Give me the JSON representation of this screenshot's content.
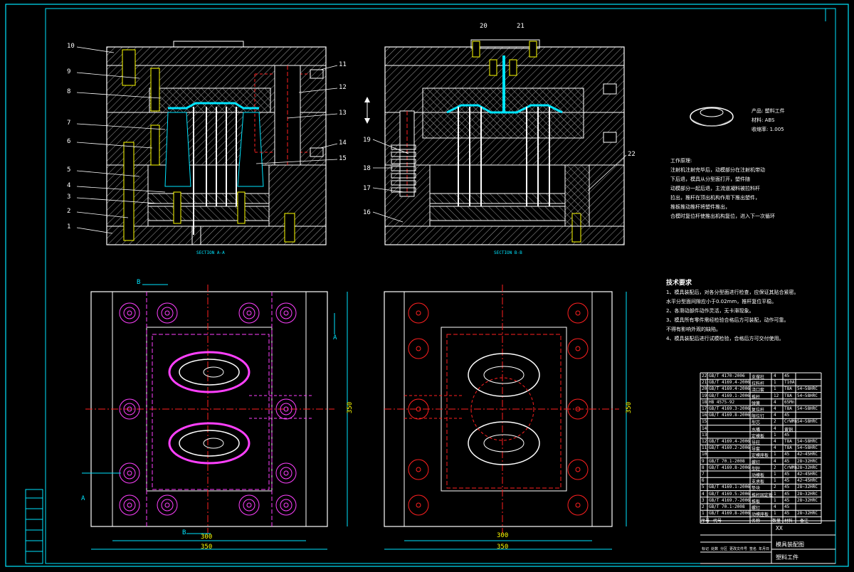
{
  "drawing": {
    "section_labels": [
      "SECTION A-A",
      "SECTION B-B"
    ],
    "callouts_left": [
      "10",
      "9",
      "8",
      "7",
      "6",
      "5",
      "4",
      "3",
      "2",
      "1"
    ],
    "callouts_right": [
      "11",
      "12",
      "13",
      "14",
      "15"
    ],
    "callouts_mid": [
      "20",
      "21",
      "19",
      "18",
      "17",
      "16",
      "22"
    ],
    "dimensions": {
      "left_width_inner": "300",
      "left_width_outer": "350",
      "left_height": "350",
      "right_width_inner": "300",
      "right_width_outer": "350",
      "right_height": "350"
    },
    "view_markers": {
      "b_top": "B",
      "b_bottom": "B",
      "a_left": "A",
      "a_right": "A"
    }
  },
  "product": {
    "name": "产品: 塑料工件",
    "material": "材料: ABS",
    "shrinkage": "收缩率: 1.005"
  },
  "work_process": {
    "title": "工作原理:",
    "lines": [
      "注射机注射完毕后，动模部分在注射机带动",
      "下后退，模具从分型面打开，塑件随",
      "动模部分一起后退，主流道凝料被拉料杆",
      "拉出，推杆在顶出机构作用下推出塑件，",
      "推板推动推杆将塑件推出，",
      "合模时复位杆使推出机构复位，进入下一次循环"
    ]
  },
  "tech_requirements": {
    "title": "技术要求",
    "lines": [
      "1、模具装配后，对各分型面进行检查，应保证其贴合紧密。",
      "水平分型面间隙应小于0.02mm，推杆复位平稳。",
      "2、各滑动部件动作灵活，无卡滞现象。",
      "3、模具所有零件需经检验合格后方可装配，动作可靠。",
      "不得有影响外观的缺陷。",
      "4、模具装配后进行试模检验，合格后方可交付使用。"
    ]
  },
  "bom": [
    {
      "no": "22",
      "std": "GB/T 4170-2006",
      "name": "支撑柱",
      "qty": "4",
      "mat": "45",
      "note": ""
    },
    {
      "no": "21",
      "std": "GB/T 4169.4-2006",
      "name": "拉料杆",
      "qty": "1",
      "mat": "T10A",
      "note": ""
    },
    {
      "no": "20",
      "std": "GB/T 4169.4-2006",
      "name": "浇口套",
      "qty": "1",
      "mat": "T8A",
      "note": "54~58HRC"
    },
    {
      "no": "19",
      "std": "GB/T 4169.1-2006",
      "name": "推杆",
      "qty": "12",
      "mat": "T8A",
      "note": "54~58HRC"
    },
    {
      "no": "18",
      "std": "HB 4575-92",
      "name": "弹簧",
      "qty": "4",
      "mat": "65Mn",
      "note": ""
    },
    {
      "no": "17",
      "std": "GB/T 4169.3-2006",
      "name": "复位杆",
      "qty": "4",
      "mat": "T8A",
      "note": "54~58HRC"
    },
    {
      "no": "16",
      "std": "GB/T 4169.8-2006",
      "name": "限位钉",
      "qty": "4",
      "mat": "45",
      "note": ""
    },
    {
      "no": "15",
      "std": "",
      "name": "型芯",
      "qty": "2",
      "mat": "CrWMn",
      "note": "54~58HRC"
    },
    {
      "no": "14",
      "std": "",
      "name": "水嘴",
      "qty": "4",
      "mat": "黄铜",
      "note": ""
    },
    {
      "no": "13",
      "std": "",
      "name": "定模板",
      "qty": "1",
      "mat": "45",
      "note": ""
    },
    {
      "no": "12",
      "std": "GB/T 4169.4-2006",
      "name": "导柱",
      "qty": "4",
      "mat": "T8A",
      "note": "54~58HRC"
    },
    {
      "no": "11",
      "std": "GB/T 4169.2-2006",
      "name": "导套",
      "qty": "4",
      "mat": "T8A",
      "note": "54~58HRC"
    },
    {
      "no": "10",
      "std": "",
      "name": "定模座板",
      "qty": "1",
      "mat": "45",
      "note": "42~45HRC"
    },
    {
      "no": "9",
      "std": "GB/T 70.1-2008",
      "name": "螺钉",
      "qty": "4",
      "mat": "45",
      "note": "28~32HRC"
    },
    {
      "no": "8",
      "std": "GB/T 4169.8-2006",
      "name": "型腔",
      "qty": "2",
      "mat": "CrWMn",
      "note": "28~32HRC"
    },
    {
      "no": "7",
      "std": "",
      "name": "动模板",
      "qty": "1",
      "mat": "45",
      "note": "42~45HRC"
    },
    {
      "no": "6",
      "std": "",
      "name": "支承板",
      "qty": "1",
      "mat": "45",
      "note": "42~45HRC"
    },
    {
      "no": "5",
      "std": "GB/T 4169.1-2006",
      "name": "垫块",
      "qty": "2",
      "mat": "45",
      "note": "28~32HRC"
    },
    {
      "no": "4",
      "std": "GB/T 4169.5-2006",
      "name": "推杆固定板",
      "qty": "1",
      "mat": "45",
      "note": "28~32HRC"
    },
    {
      "no": "3",
      "std": "GB/T 4169.7-2006",
      "name": "推板",
      "qty": "1",
      "mat": "45",
      "note": "28~32HRC"
    },
    {
      "no": "2",
      "std": "GB/T 70.1-2008",
      "name": "螺钉",
      "qty": "4",
      "mat": "45",
      "note": ""
    },
    {
      "no": "1",
      "std": "GB/T 4169.8-2006",
      "name": "动模座板",
      "qty": "1",
      "mat": "45",
      "note": "28~32HRC"
    }
  ],
  "bom_header": {
    "no": "序号",
    "std": "代号",
    "name": "名称",
    "qty": "数量",
    "mat": "材料",
    "note": "备注"
  },
  "title_block": {
    "drawing_name": "模具装配图",
    "part_name": "塑料工件",
    "school": "XX",
    "scale_row": "标记 处数 分区 更改文件号 签名 年月日"
  },
  "colors": {
    "background": "#000000",
    "outline": "#ffffff",
    "hatch": "#9e9e9e",
    "cyan": "#00e5ff",
    "red": "#ff2020",
    "magenta": "#ff40ff",
    "yellow": "#ffff00",
    "green": "#40ff40"
  }
}
